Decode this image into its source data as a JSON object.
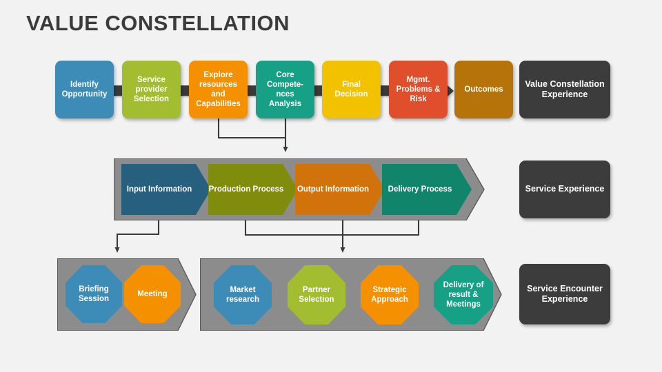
{
  "title": "VALUE CONSTELLATION",
  "colors": {
    "background": "#f2f2f2",
    "title": "#3b3b3b",
    "blue": "#3d8cb8",
    "green_olive": "#a3bd31",
    "orange": "#f59100",
    "teal": "#16a085",
    "yellow": "#f2c200",
    "red": "#e04e2b",
    "dark_gold": "#b5730a",
    "charcoal": "#3c3c3c",
    "steel_blue": "#27607f",
    "olive_dark": "#7f8c0c",
    "burnt_orange": "#d2720a",
    "teal_dark": "#11846c",
    "gray_band": "#8c8c8c",
    "gray_border": "#5a5a5a",
    "connector": "#3a3a3a"
  },
  "top_row": {
    "stages": [
      {
        "label": "Identify Opportunity",
        "color_key": "blue"
      },
      {
        "label": "Service provider Selection",
        "color_key": "green_olive"
      },
      {
        "label": "Explore resources and Capabilities",
        "color_key": "orange"
      },
      {
        "label": "Core Compete-nces Analysis",
        "color_key": "teal"
      },
      {
        "label": "Final Decision",
        "color_key": "yellow"
      },
      {
        "label": "Mgmt. Problems & Risk",
        "color_key": "red"
      },
      {
        "label": "Outcomes",
        "color_key": "dark_gold"
      }
    ],
    "outcome_label": "Value Constellation Experience"
  },
  "middle_row": {
    "stages": [
      {
        "label": "Input Information",
        "color_key": "steel_blue"
      },
      {
        "label": "Production Process",
        "color_key": "olive_dark"
      },
      {
        "label": "Output Information",
        "color_key": "burnt_orange"
      },
      {
        "label": "Delivery Process",
        "color_key": "teal_dark"
      }
    ],
    "outcome_label": "Service Experience"
  },
  "bottom_row": {
    "left_group": [
      {
        "label": "Briefing Session",
        "color_key": "blue"
      },
      {
        "label": "Meeting",
        "color_key": "orange"
      }
    ],
    "right_group": [
      {
        "label": "Market research",
        "color_key": "blue"
      },
      {
        "label": "Partner Selection",
        "color_key": "green_olive"
      },
      {
        "label": "Strategic Approach",
        "color_key": "orange"
      },
      {
        "label": "Delivery of result & Meetings",
        "color_key": "teal"
      }
    ],
    "outcome_label": "Service Encounter Experience"
  },
  "labels": {
    "top_line1": "Identify",
    "top_line2": "Opportunity"
  }
}
